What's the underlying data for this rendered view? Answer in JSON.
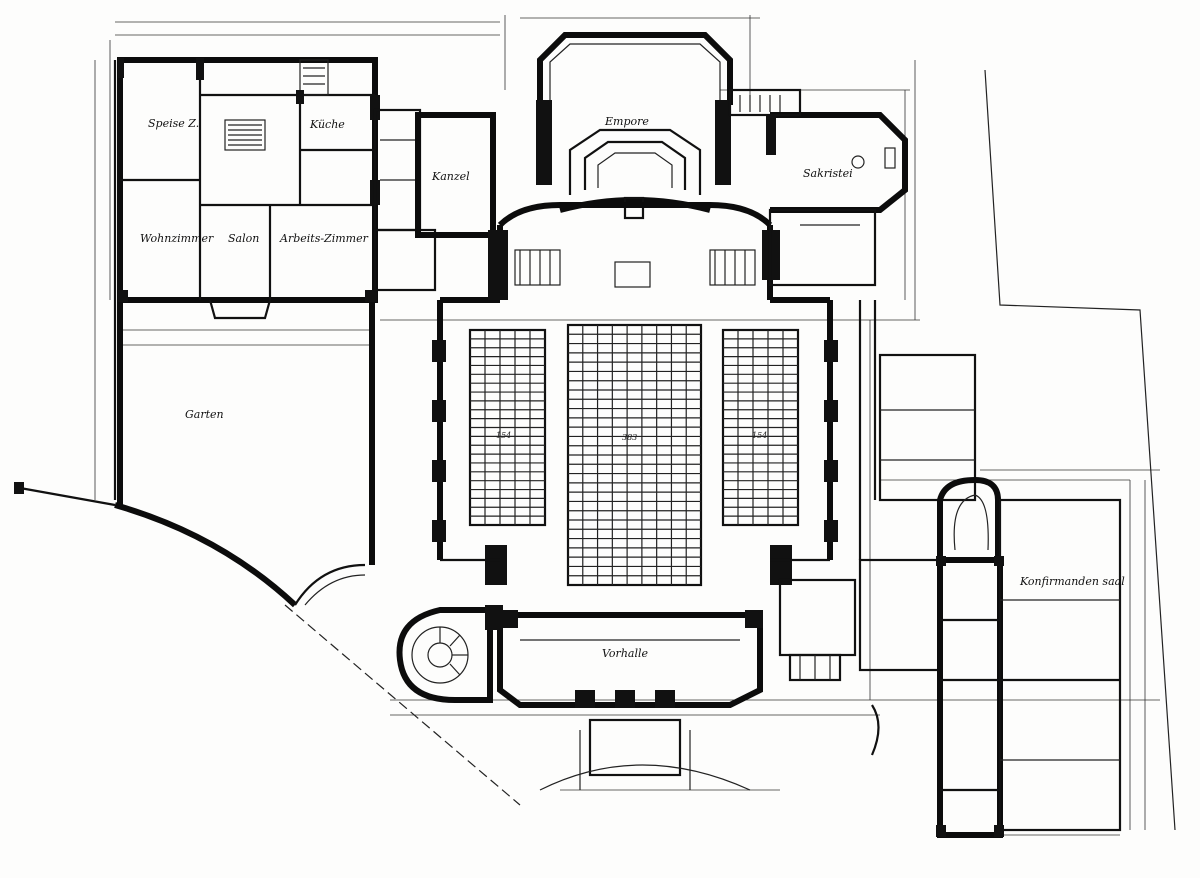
{
  "plan": {
    "rooms": {
      "speisez": "Speise Z.",
      "kueche": "Küche",
      "wohnzimmer": "Wohnzimmer",
      "salon": "Salon",
      "arbeitszimmer": "Arbeits-Zimmer",
      "kanzel": "Kanzel",
      "empore": "Empore",
      "sakristei": "Sakristei",
      "garten": "Garten",
      "vorhalle": "Vorhalle",
      "konfirmanden": "Konfirmanden saal"
    },
    "seat_counts": {
      "left": "154",
      "center": "383",
      "right": "154"
    }
  }
}
